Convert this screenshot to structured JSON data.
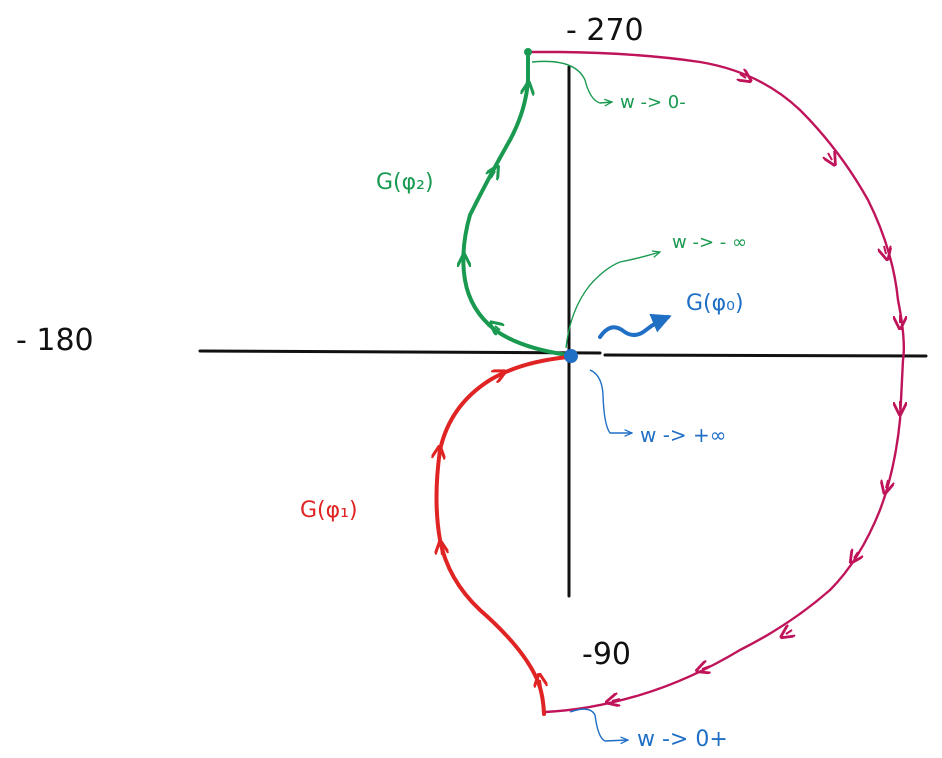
{
  "axis_labels": {
    "top": "- 270",
    "left": "- 180",
    "bottom": "-90"
  },
  "curves": {
    "g_phi2": {
      "label": "G(φ₂)",
      "color": "#1a9a50"
    },
    "g_phi1": {
      "label": "G(φ₁)",
      "color": "#e02424"
    },
    "contour": {
      "color": "#c0145a"
    },
    "g_phi0": {
      "label": "G(φ₀)",
      "color": "#1f6fc5"
    }
  },
  "annotations": {
    "w_to_0_minus": "w -> 0-",
    "w_to_minus_inf": "w -> - ∞",
    "w_to_plus_inf": "w -> +∞",
    "w_to_0_plus": "w -> 0+"
  },
  "colors": {
    "axes": "#111111",
    "green": "#1a9a50",
    "red": "#e02424",
    "magenta": "#c0145a",
    "blue": "#1f6fc5"
  }
}
